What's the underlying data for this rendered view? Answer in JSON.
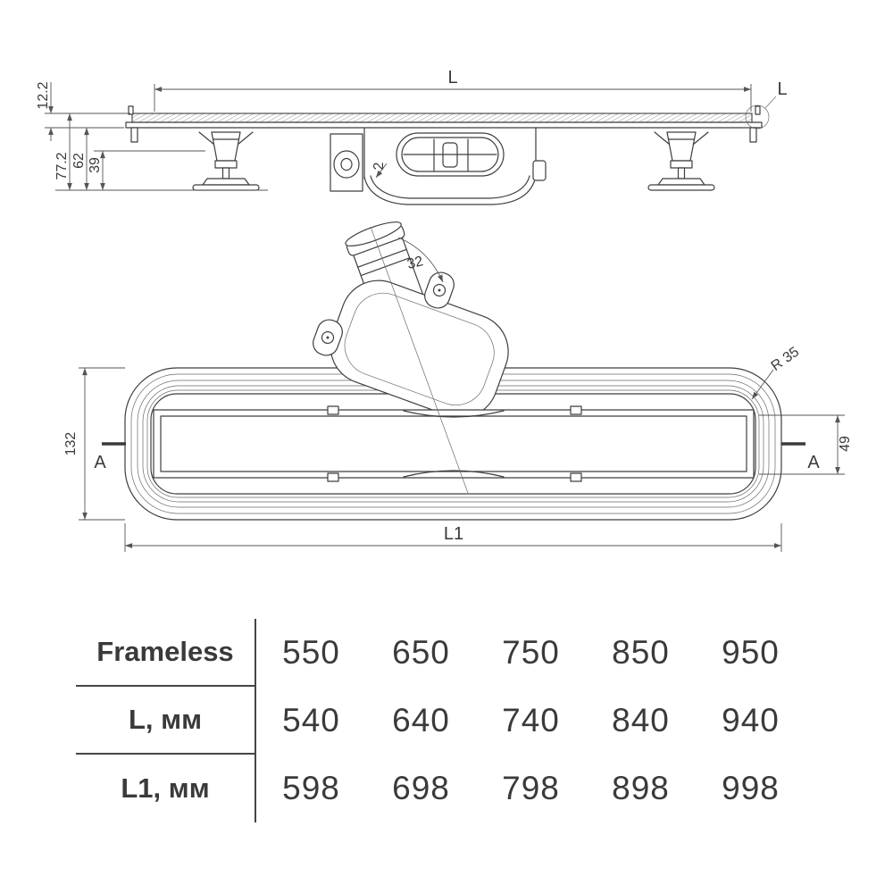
{
  "side_view": {
    "length_label": "L",
    "detail_label": "L",
    "height_channel_edge": "12.2",
    "height_total": "77.2",
    "height_body": "62",
    "height_feet": "39",
    "wall_thickness": "2"
  },
  "plan_view": {
    "width_overall": "132",
    "grate_width": "49",
    "outlet_dim": "32",
    "corner_radius": "R 35",
    "length_label": "L1",
    "section_label_left": "A",
    "section_label_right": "A"
  },
  "table": {
    "rows": [
      {
        "label": "Frameless",
        "values": [
          "550",
          "650",
          "750",
          "850",
          "950"
        ]
      },
      {
        "label": "L, мм",
        "values": [
          "540",
          "640",
          "740",
          "840",
          "940"
        ]
      },
      {
        "label": "L1, мм",
        "values": [
          "598",
          "698",
          "798",
          "898",
          "998"
        ]
      }
    ]
  }
}
